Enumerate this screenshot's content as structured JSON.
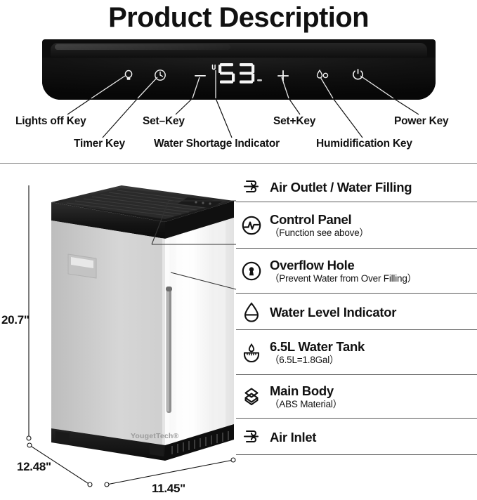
{
  "page": {
    "title": "Product Description"
  },
  "control_panel": {
    "display_value": "53",
    "display_unit_indicator": "u",
    "icons": [
      {
        "name": "lightbulb-icon",
        "label": "Lights off Key"
      },
      {
        "name": "clock-icon",
        "label": "Timer Key"
      },
      {
        "name": "minus-icon",
        "label": "Set-Key"
      },
      {
        "name": "water-shortage-icon",
        "label": "Water Shortage Indicator"
      },
      {
        "name": "plus-icon",
        "label": "Set+Key"
      },
      {
        "name": "droplet-icon",
        "label": "Humidification Key"
      },
      {
        "name": "power-icon",
        "label": "Power Key"
      }
    ],
    "callouts": [
      {
        "text": "Lights off Key",
        "row": 1
      },
      {
        "text": "Timer Key",
        "row": 2
      },
      {
        "text": "Set–Key",
        "row": 1
      },
      {
        "text": "Water Shortage Indicator",
        "row": 2
      },
      {
        "text": "Set+Key",
        "row": 1
      },
      {
        "text": "Humidification Key",
        "row": 2
      },
      {
        "text": "Power Key",
        "row": 1
      }
    ]
  },
  "features": [
    {
      "icon": "air-flow-icon",
      "label": "Air Outlet / Water Filling",
      "sub": ""
    },
    {
      "icon": "control-panel-icon",
      "label": "Control Panel",
      "sub": "（Function see above）"
    },
    {
      "icon": "overflow-hole-icon",
      "label": "Overflow Hole",
      "sub": "（Prevent Water from Over Filling）"
    },
    {
      "icon": "water-level-icon",
      "label": "Water Level Indicator",
      "sub": ""
    },
    {
      "icon": "water-tank-icon",
      "label": "6.5L Water Tank",
      "sub": "（6.5L=1.8Gal）"
    },
    {
      "icon": "main-body-icon",
      "label": "Main Body",
      "sub": "（ABS Material）"
    },
    {
      "icon": "air-flow-icon",
      "label": "Air Inlet",
      "sub": ""
    }
  ],
  "dimensions": {
    "height": "20.7\"",
    "depth": "12.48\"",
    "width": "11.45\""
  },
  "product": {
    "brand": "YougetTech®"
  },
  "colors": {
    "background": "#ffffff",
    "text": "#111111",
    "panel_dark": "#0d0d0d",
    "display_white": "#f5f5f5",
    "rule": "#5a5a5a",
    "divider": "#8c8c8c",
    "body_white": "#ededed",
    "top_dark": "#1c1c1c"
  }
}
